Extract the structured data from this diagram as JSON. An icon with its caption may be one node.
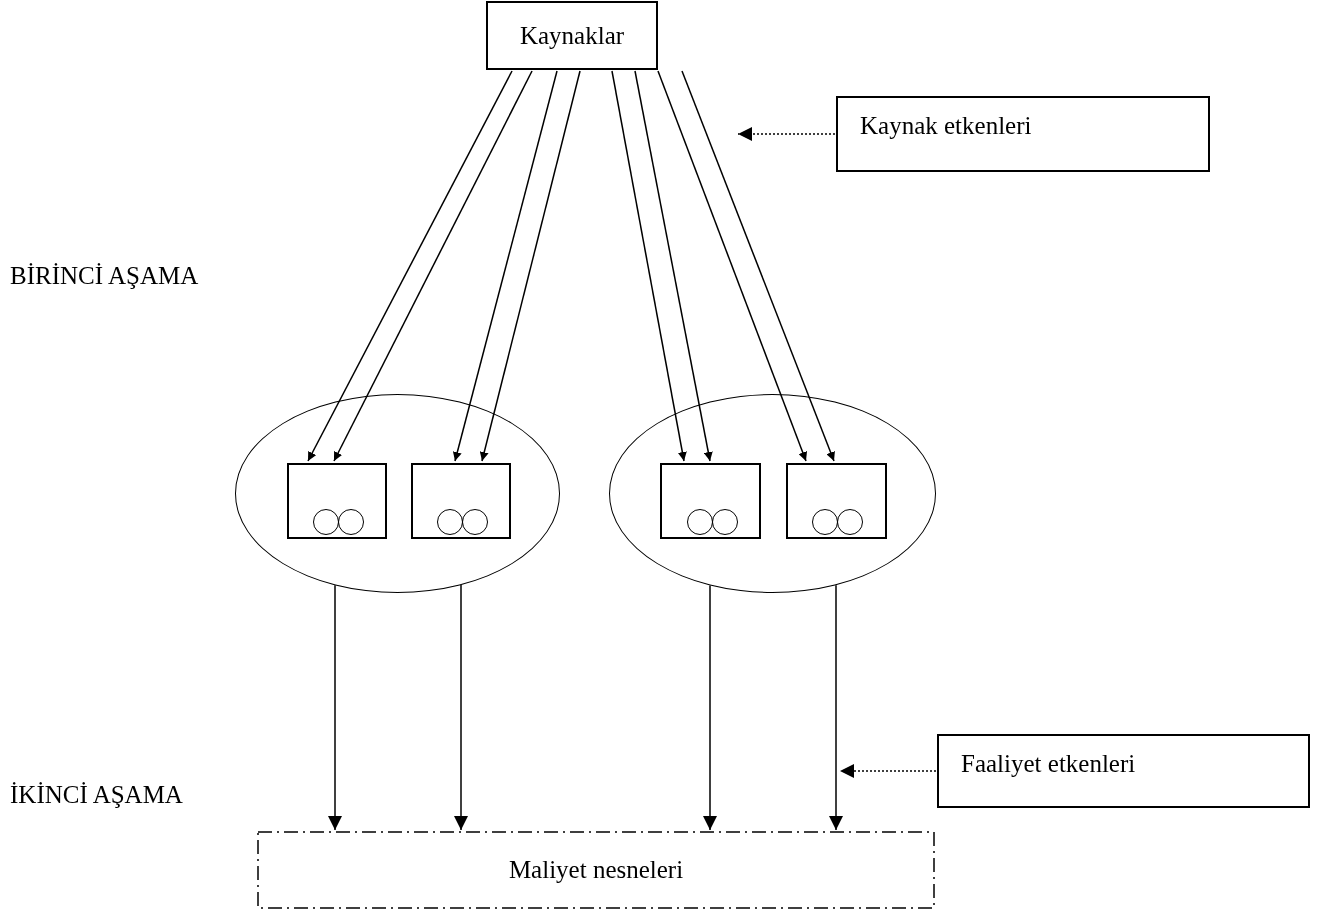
{
  "diagram": {
    "nodes": [
      {
        "text": [
          "Kaynaklar"
        ]
      },
      {
        "text": [
          "Kaynak etkenleri"
        ]
      },
      {
        "text": [],
        "shape": "ellipse"
      },
      {
        "text": [],
        "shape": "box",
        "in": 2
      },
      {
        "text": [],
        "shape": "circle",
        "in": 3
      },
      {
        "text": [],
        "shape": "circle",
        "in": 3
      },
      {
        "text": [],
        "shape": "box",
        "in": 2
      },
      {
        "text": [],
        "shape": "circle",
        "in": 6
      },
      {
        "text": [],
        "shape": "circle",
        "in": 6
      },
      {
        "text": [],
        "shape": "ellipse"
      },
      {
        "text": [],
        "shape": "box",
        "in": 9
      },
      {
        "text": [],
        "shape": "circle",
        "in": 10
      },
      {
        "text": [],
        "shape": "circle",
        "in": 10
      },
      {
        "text": [],
        "shape": "box",
        "in": 9
      },
      {
        "text": [],
        "shape": "circle",
        "in": 13
      },
      {
        "text": [],
        "shape": "circle",
        "in": 13
      },
      {
        "text": [
          "Faaliyet etkenleri"
        ]
      },
      {
        "text": [
          "Maliyet nesneleri"
        ]
      }
    ],
    "edges": [
      {
        "from": 0,
        "to": 3,
        "arrow": "to"
      },
      {
        "from": 0,
        "to": 3,
        "arrow": "to"
      },
      {
        "from": 0,
        "to": 6,
        "arrow": "to"
      },
      {
        "from": 0,
        "to": 6,
        "arrow": "to"
      },
      {
        "from": 0,
        "to": 10,
        "arrow": "to"
      },
      {
        "from": 0,
        "to": 10,
        "arrow": "to"
      },
      {
        "from": 0,
        "to": 13,
        "arrow": "to"
      },
      {
        "from": 0,
        "to": 13,
        "arrow": "to"
      },
      {
        "from": 1,
        "to": null,
        "arrow": "to",
        "style": "dashed"
      },
      {
        "from": 2,
        "to": 17,
        "arrow": "to"
      },
      {
        "from": 2,
        "to": 17,
        "arrow": "to"
      },
      {
        "from": 9,
        "to": 17,
        "arrow": "to"
      },
      {
        "from": 9,
        "to": 17,
        "arrow": "to"
      },
      {
        "from": 16,
        "to": null,
        "arrow": "to",
        "style": "dashed"
      }
    ],
    "labels": [
      "BİRİNCİ AŞAMA",
      "İKİNCİ AŞAMA"
    ]
  }
}
